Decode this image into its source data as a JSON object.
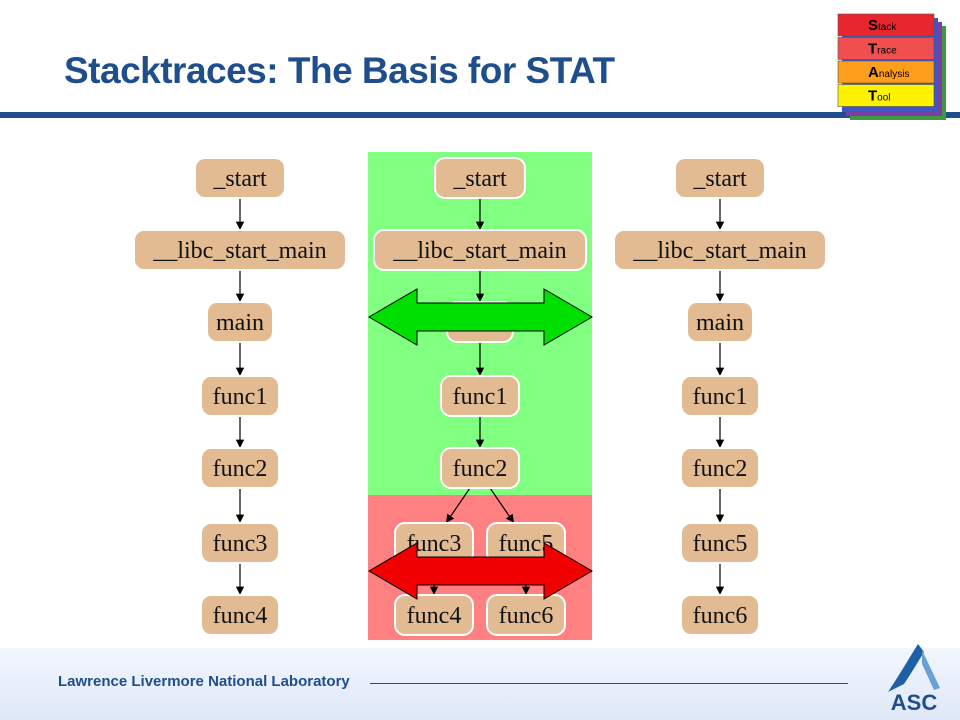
{
  "title": "Stacktraces: The Basis for STAT",
  "logo": {
    "rows": [
      {
        "initial": "S",
        "rest": "tack",
        "color": "#e8262d"
      },
      {
        "initial": "T",
        "rest": "race",
        "color": "#f04f4f"
      },
      {
        "initial": "A",
        "rest": "nalysis",
        "color": "#ff9d1c"
      },
      {
        "initial": "T",
        "rest": "ool",
        "color": "#fff200"
      }
    ]
  },
  "traces": {
    "left": [
      "_start",
      "__libc_start_main",
      "main",
      "func1",
      "func2",
      "func3",
      "func4"
    ],
    "middle": {
      "spine": [
        "_start",
        "__libc_start_main",
        "main",
        "func1",
        "func2"
      ],
      "branch_a": [
        "func3",
        "func4"
      ],
      "branch_b": [
        "func5",
        "func6"
      ]
    },
    "right": [
      "_start",
      "__libc_start_main",
      "main",
      "func1",
      "func2",
      "func5",
      "func6"
    ]
  },
  "colors": {
    "title": "#1f4e8c",
    "node_fill": "#e3bb92",
    "equivalent_region": "#80ff80",
    "divergent_region": "#ff8080",
    "equivalent_arrow": "#00e000",
    "divergent_arrow": "#f00000"
  },
  "footer": {
    "organization": "Lawrence Livermore National Laboratory",
    "logo_text": "ASC"
  }
}
